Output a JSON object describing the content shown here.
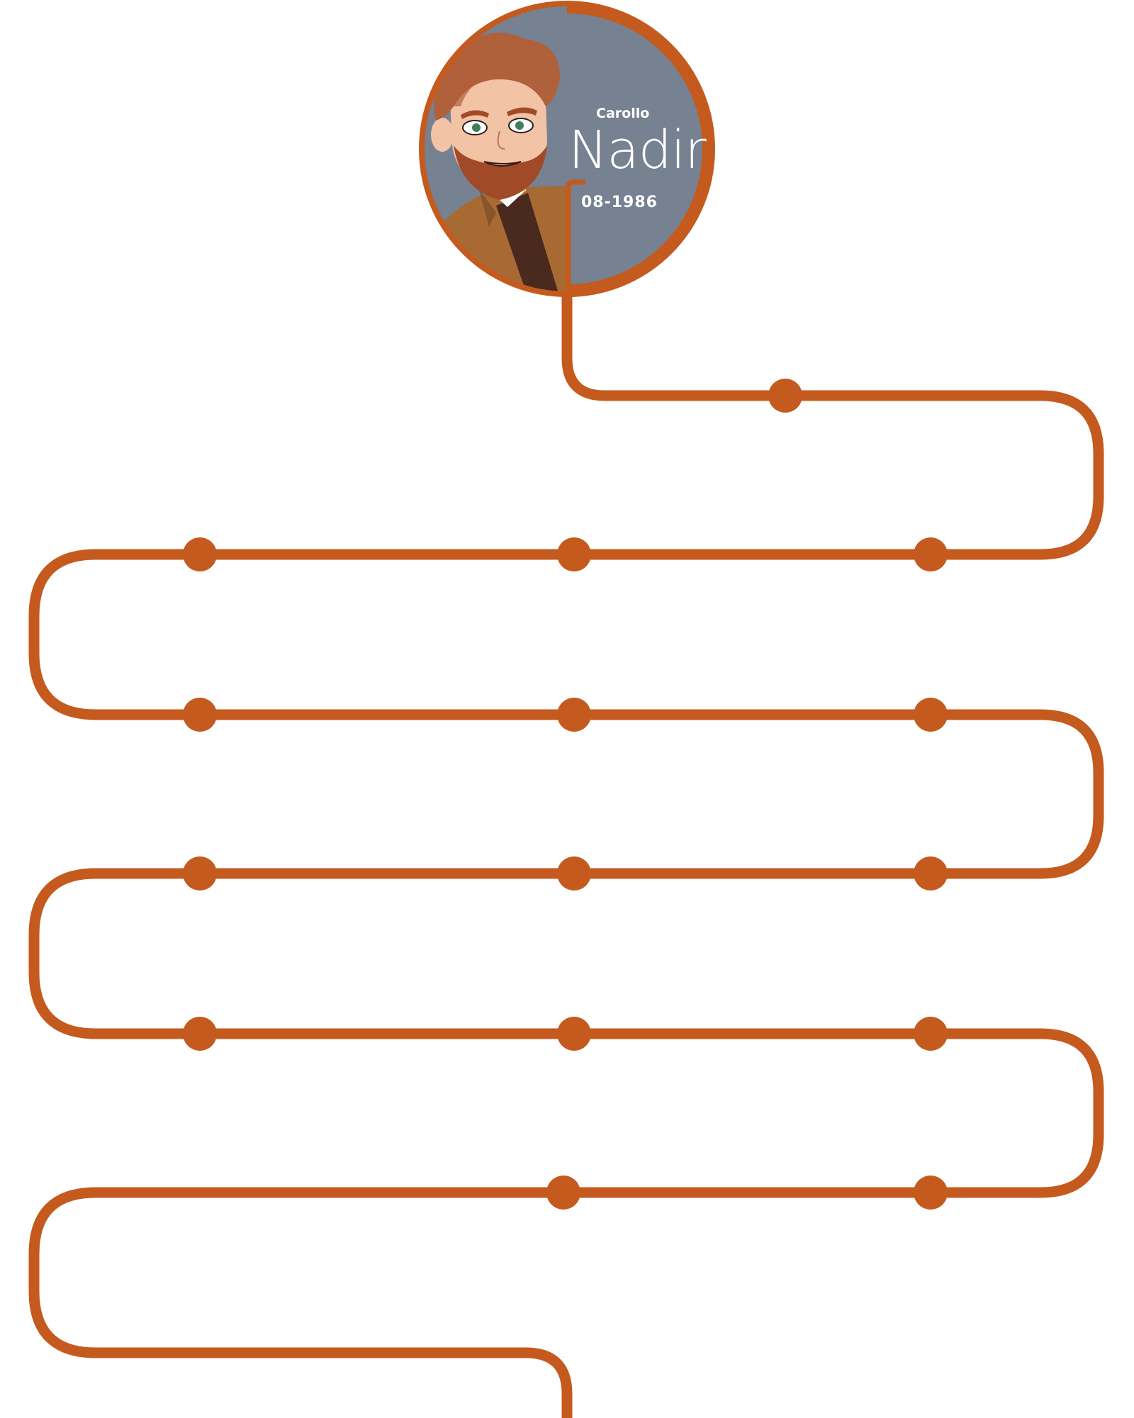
{
  "colors": {
    "path": "#C55A1E",
    "avatar_bg": "#768191",
    "hair": "#B0603A",
    "beard": "#A14A28",
    "skin": "#F3C3A6",
    "jacket": "#A86A33",
    "sweater": "#4A2A1E",
    "text": "#FFFFFF"
  },
  "profile": {
    "first_name": "Carollo",
    "last_name": "Nadir",
    "birth": "08-1986",
    "avatar_icon": "bearded-man-avatar-icon"
  },
  "timeline": {
    "rows": 7,
    "row_marker_counts": [
      1,
      3,
      3,
      3,
      3,
      2,
      0
    ]
  }
}
